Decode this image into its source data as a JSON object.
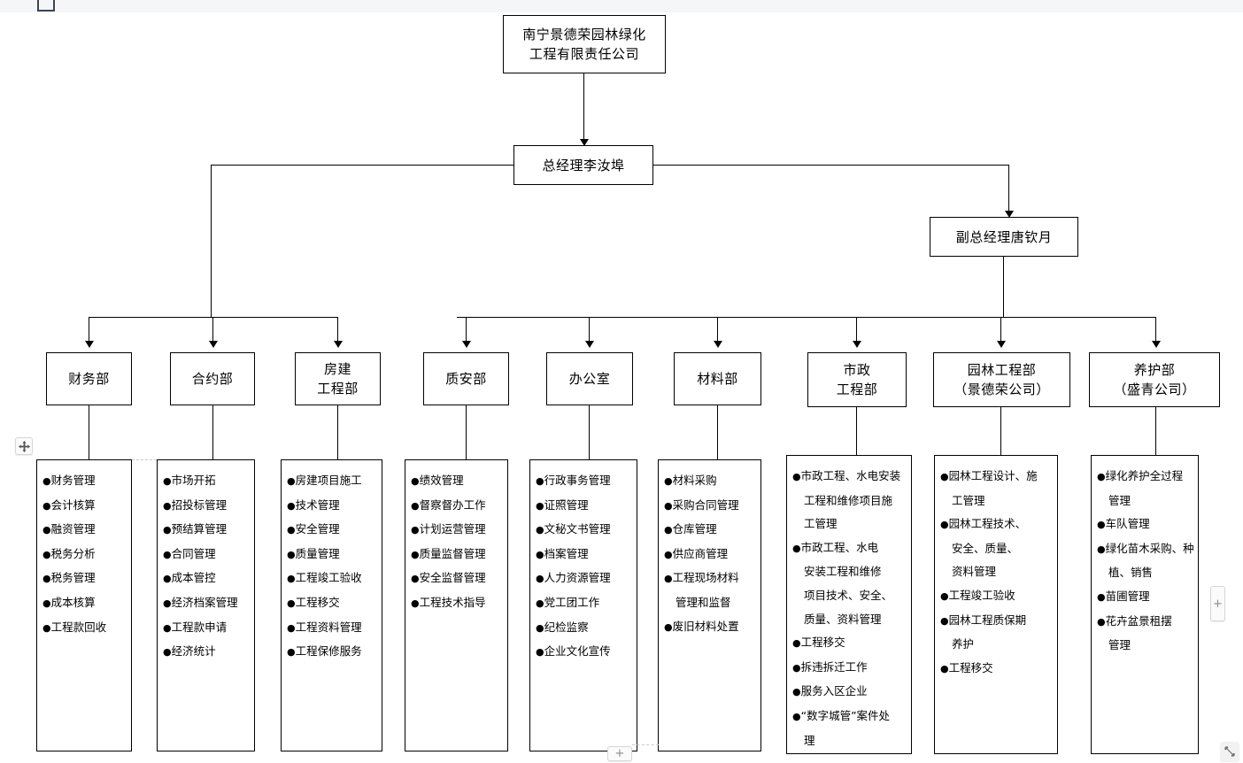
{
  "diagram": {
    "title_box": {
      "lines": [
        "南宁景德荣园林绿化",
        "工程有限责任公司"
      ]
    },
    "general_manager": {
      "lines": [
        "总经理李汝埠"
      ]
    },
    "deputy_manager": {
      "lines": [
        "副总经理唐钦月"
      ]
    },
    "departments": [
      {
        "id": "finance",
        "lines": [
          "财务部"
        ]
      },
      {
        "id": "contract",
        "lines": [
          "合约部"
        ]
      },
      {
        "id": "building",
        "lines": [
          "房建",
          "工程部"
        ]
      },
      {
        "id": "quality",
        "lines": [
          "质安部"
        ]
      },
      {
        "id": "office",
        "lines": [
          "办公室"
        ]
      },
      {
        "id": "materials",
        "lines": [
          "材料部"
        ]
      },
      {
        "id": "municipal",
        "lines": [
          "市政",
          "工程部"
        ]
      },
      {
        "id": "landscape",
        "lines": [
          "园林工程部",
          "（景德荣公司）"
        ]
      },
      {
        "id": "maintenance",
        "lines": [
          "养护部",
          "（盛青公司）"
        ]
      }
    ],
    "duty_lists": [
      {
        "id": "finance-duties",
        "items": [
          {
            "text": "财务管理",
            "cont": false
          },
          {
            "text": "会计核算",
            "cont": false
          },
          {
            "text": "融资管理",
            "cont": false
          },
          {
            "text": "税务分析",
            "cont": false
          },
          {
            "text": "税务管理",
            "cont": false
          },
          {
            "text": "成本核算",
            "cont": false
          },
          {
            "text": "工程款回收",
            "cont": false
          }
        ]
      },
      {
        "id": "contract-duties",
        "items": [
          {
            "text": "市场开拓",
            "cont": false
          },
          {
            "text": "招投标管理",
            "cont": false
          },
          {
            "text": "预结算管理",
            "cont": false
          },
          {
            "text": "合同管理",
            "cont": false
          },
          {
            "text": "成本管控",
            "cont": false
          },
          {
            "text": "经济档案管理",
            "cont": false
          },
          {
            "text": "工程款申请",
            "cont": false
          },
          {
            "text": "经济统计",
            "cont": false
          }
        ]
      },
      {
        "id": "building-duties",
        "items": [
          {
            "text": "房建项目施工",
            "cont": false
          },
          {
            "text": "技术管理",
            "cont": false
          },
          {
            "text": "安全管理",
            "cont": false
          },
          {
            "text": "质量管理",
            "cont": false
          },
          {
            "text": "工程竣工验收",
            "cont": false
          },
          {
            "text": "工程移交",
            "cont": false
          },
          {
            "text": "工程资料管理",
            "cont": false
          },
          {
            "text": "工程保修服务",
            "cont": false
          }
        ]
      },
      {
        "id": "quality-duties",
        "items": [
          {
            "text": "绩效管理",
            "cont": false
          },
          {
            "text": "督察督办工作",
            "cont": false
          },
          {
            "text": "计划运营管理",
            "cont": false
          },
          {
            "text": "质量监督管理",
            "cont": false
          },
          {
            "text": "安全监督管理",
            "cont": false
          },
          {
            "text": "工程技术指导",
            "cont": false
          }
        ]
      },
      {
        "id": "office-duties",
        "items": [
          {
            "text": "行政事务管理",
            "cont": false
          },
          {
            "text": "证照管理",
            "cont": false
          },
          {
            "text": "文秘文书管理",
            "cont": false
          },
          {
            "text": "档案管理",
            "cont": false
          },
          {
            "text": "人力资源管理",
            "cont": false
          },
          {
            "text": "党工团工作",
            "cont": false
          },
          {
            "text": "纪检监察",
            "cont": false
          },
          {
            "text": "企业文化宣传",
            "cont": false
          }
        ]
      },
      {
        "id": "materials-duties",
        "items": [
          {
            "text": "材料采购",
            "cont": false
          },
          {
            "text": "采购合同管理",
            "cont": false
          },
          {
            "text": "仓库管理",
            "cont": false
          },
          {
            "text": "供应商管理",
            "cont": false
          },
          {
            "text": "工程现场材料",
            "cont": false
          },
          {
            "text": "管理和监督",
            "cont": true
          },
          {
            "text": "废旧材料处置",
            "cont": false
          }
        ]
      },
      {
        "id": "municipal-duties",
        "items": [
          {
            "text": "市政工程、水电安装",
            "cont": false
          },
          {
            "text": "工程和维修项目施",
            "cont": true
          },
          {
            "text": "工管理",
            "cont": true
          },
          {
            "text": "市政工程、水电",
            "cont": false
          },
          {
            "text": "安装工程和维修",
            "cont": true
          },
          {
            "text": "项目技术、安全、",
            "cont": true
          },
          {
            "text": "质量、资料管理",
            "cont": true
          },
          {
            "text": "工程移交",
            "cont": false
          },
          {
            "text": "拆违拆迁工作",
            "cont": false
          },
          {
            "text": "服务入区企业",
            "cont": false
          },
          {
            "text": "“数字城管”案件处",
            "cont": false
          },
          {
            "text": "理",
            "cont": true
          }
        ]
      },
      {
        "id": "landscape-duties",
        "items": [
          {
            "text": "园林工程设计、施",
            "cont": false
          },
          {
            "text": "工管理",
            "cont": true
          },
          {
            "text": "园林工程技术、",
            "cont": false
          },
          {
            "text": "安全、质量、",
            "cont": true
          },
          {
            "text": "资料管理",
            "cont": true
          },
          {
            "text": "工程竣工验收",
            "cont": false
          },
          {
            "text": "园林工程质保期",
            "cont": false
          },
          {
            "text": "养护",
            "cont": true
          },
          {
            "text": "工程移交",
            "cont": false
          }
        ]
      },
      {
        "id": "maintenance-duties",
        "items": [
          {
            "text": "绿化养护全过程",
            "cont": false
          },
          {
            "text": "管理",
            "cont": true
          },
          {
            "text": "车队管理",
            "cont": false
          },
          {
            "text": "绿化苗木采购、种",
            "cont": false
          },
          {
            "text": "植、销售",
            "cont": true
          },
          {
            "text": "苗圃管理",
            "cont": false
          },
          {
            "text": "花卉盆景租摆",
            "cont": false
          },
          {
            "text": "管理",
            "cont": true
          }
        ]
      }
    ],
    "bullet_glyph": "●",
    "line_color": "#000000"
  },
  "ui": {
    "move_handle": "move-handle-icon",
    "plus_right_label": "+",
    "plus_bottom_label": "+",
    "resize_corner": "resize-corner-icon"
  }
}
